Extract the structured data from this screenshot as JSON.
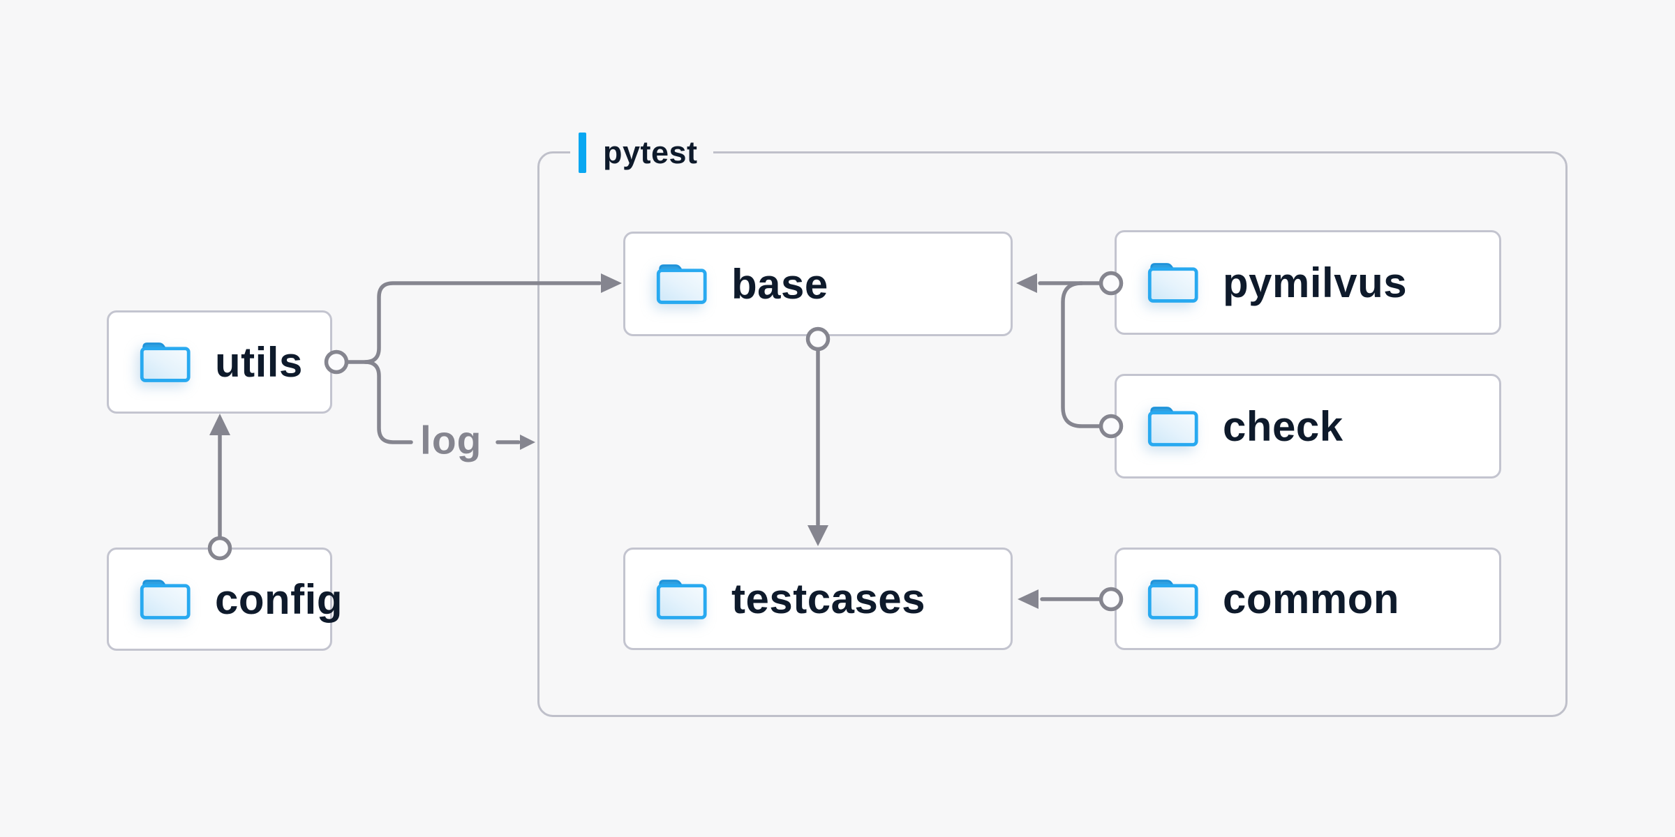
{
  "colors": {
    "background": "#f7f7f8",
    "surface": "#ffffff",
    "box_border": "#c3c4cf",
    "group_border": "#bfc0ca",
    "wire": "#85858f",
    "text": "#0e1a2b",
    "muted_text": "#85858f",
    "accent_blue": "#0aa7f1",
    "folder_stroke": "#28a9f0",
    "folder_tab": "#2f9fdf",
    "folder_tab_stroke": "#1f93da",
    "folder_fill_light": "#f6fbfe",
    "folder_fill_dark": "#cde8f9"
  },
  "diagram": {
    "group_label": "pytest",
    "edge_label": "log",
    "nodes": [
      {
        "id": "utils",
        "label": "utils",
        "icon": "folder-icon",
        "inside_group": false
      },
      {
        "id": "config",
        "label": "config",
        "icon": "folder-icon",
        "inside_group": false
      },
      {
        "id": "base",
        "label": "base",
        "icon": "folder-icon",
        "inside_group": true
      },
      {
        "id": "pymilvus",
        "label": "pymilvus",
        "icon": "folder-icon",
        "inside_group": true
      },
      {
        "id": "check",
        "label": "check",
        "icon": "folder-icon",
        "inside_group": true
      },
      {
        "id": "testcases",
        "label": "testcases",
        "icon": "folder-icon",
        "inside_group": true
      },
      {
        "id": "common",
        "label": "common",
        "icon": "folder-icon",
        "inside_group": true
      }
    ],
    "edges": [
      {
        "from": "config",
        "to": "utils",
        "type": "arrow"
      },
      {
        "from": "utils",
        "to": "base",
        "type": "arrow"
      },
      {
        "from": "utils",
        "to": "log-label",
        "type": "labeled-arrow"
      },
      {
        "from": "pymilvus",
        "to": "base",
        "type": "arrow"
      },
      {
        "from": "check",
        "to": "base",
        "type": "arrow"
      },
      {
        "from": "base",
        "to": "testcases",
        "type": "arrow"
      },
      {
        "from": "common",
        "to": "testcases",
        "type": "arrow"
      }
    ]
  }
}
